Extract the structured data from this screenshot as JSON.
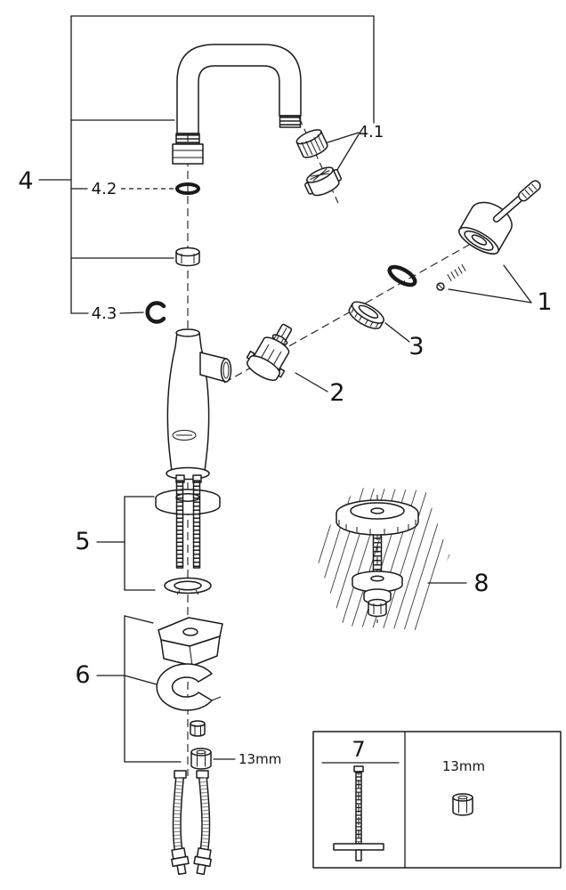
{
  "diagram": {
    "kind": "faucet-exploded-parts-diagram",
    "colors": {
      "line": "#1a1a1a",
      "background": "#ffffff"
    },
    "callouts": {
      "part1": "1",
      "part2": "2",
      "part3": "3",
      "part4": "4",
      "part4_1": "4.1",
      "part4_2": "4.2",
      "part4_3": "4.3",
      "part5": "5",
      "part6": "6",
      "part7": "7",
      "part8": "8"
    },
    "annotations": {
      "wrench_size_nut": "13mm",
      "wrench_size_box": "13mm"
    }
  }
}
